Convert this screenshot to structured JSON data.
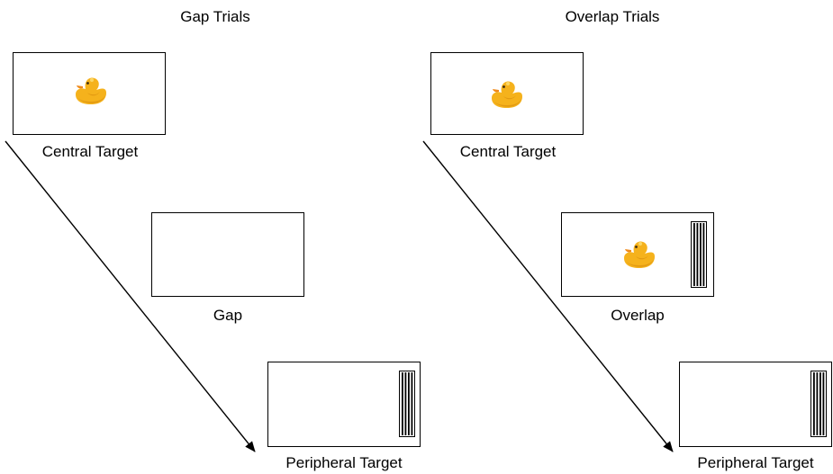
{
  "gap_panel": {
    "title": "Gap Trials",
    "steps": {
      "central": "Central Target",
      "gap": "Gap",
      "peripheral": "Peripheral Target"
    }
  },
  "overlap_panel": {
    "title": "Overlap Trials",
    "steps": {
      "central": "Central Target",
      "overlap": "Overlap",
      "peripheral": "Peripheral Target"
    }
  },
  "icons": {
    "central_stimulus": "rubber-duck-icon",
    "peripheral_stimulus": "vertical-grating-icon"
  },
  "colors": {
    "duck_body": "#f5b21c",
    "duck_shadow": "#e29a12",
    "duck_beak": "#f08a1a",
    "line": "#000000"
  }
}
